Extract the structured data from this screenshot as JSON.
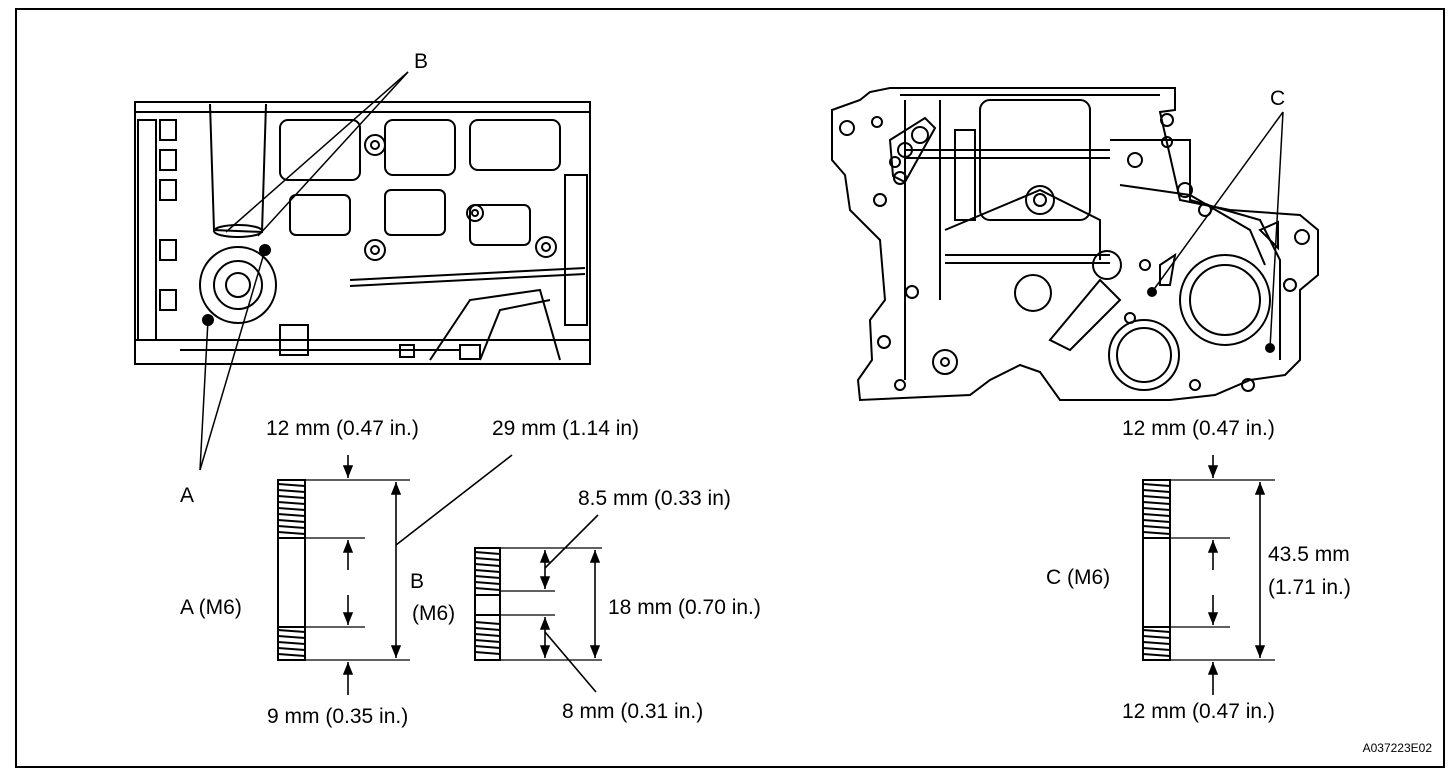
{
  "figure_code": "A037223E02",
  "callouts": {
    "a": "A",
    "b": "B",
    "c": "C"
  },
  "bolt_a": {
    "name": "A (M6)",
    "top_thread": "12 mm (0.47 in.)",
    "bottom_thread": "9 mm (0.35 in.)",
    "overall": "29 mm (1.14 in)"
  },
  "bolt_b": {
    "name_line1": "B",
    "name_line2": "(M6)",
    "top_thread": "8.5 mm (0.33 in)",
    "bottom_thread": "8 mm (0.31 in.)",
    "overall": "18 mm (0.70 in.)"
  },
  "bolt_c": {
    "name": "C (M6)",
    "top_thread": "12 mm (0.47 in.)",
    "bottom_thread": "12 mm (0.47 in.)",
    "overall_line1": "43.5 mm",
    "overall_line2": "(1.71 in.)"
  }
}
